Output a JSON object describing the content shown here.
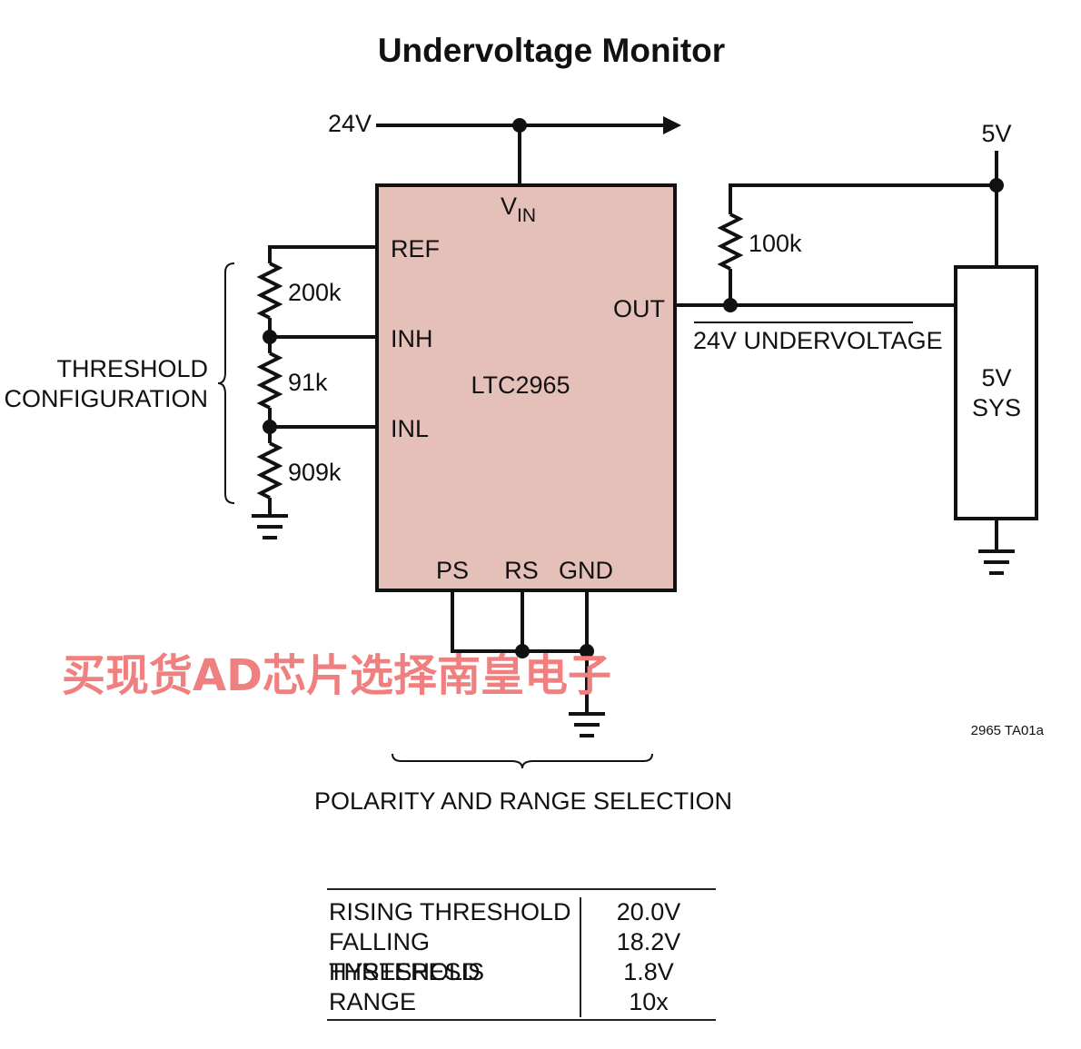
{
  "title": "Undervoltage Monitor",
  "supply_label": "24V",
  "logic_supply_label": "5V",
  "chip": {
    "name": "LTC2965",
    "pins": {
      "vin_main": "V",
      "vin_sub": "IN",
      "ref": "REF",
      "inh": "INH",
      "inl": "INL",
      "out": "OUT",
      "ps": "PS",
      "rs": "RS",
      "gnd": "GND"
    }
  },
  "resistors": {
    "r_top": "200k",
    "r_mid": "91k",
    "r_bot": "909k",
    "pullup": "100k"
  },
  "output_net_label": "24V UNDERVOLTAGE",
  "load": {
    "line1": "5V",
    "line2": "SYS"
  },
  "threshold_brace": {
    "line1": "THRESHOLD",
    "line2": "CONFIGURATION"
  },
  "polarity_label": "POLARITY AND RANGE SELECTION",
  "figure_id": "2965 TA01a",
  "watermark": "买现货AD芯片选择南皇电子",
  "colors": {
    "chip_fill": "#e5c0b8",
    "watermark": "#f07f7f"
  },
  "spec_table": [
    {
      "param": "RISING THRESHOLD",
      "value": "20.0V"
    },
    {
      "param": "FALLING THRESHOLD",
      "value": "18.2V"
    },
    {
      "param": "HYSTERESIS",
      "value": "1.8V"
    },
    {
      "param": "RANGE",
      "value": "10x"
    }
  ]
}
